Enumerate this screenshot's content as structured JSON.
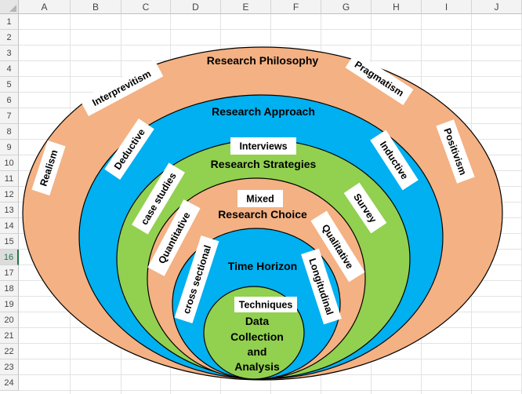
{
  "spreadsheet": {
    "columns": [
      "A",
      "B",
      "C",
      "D",
      "E",
      "F",
      "G",
      "H",
      "I",
      "J"
    ],
    "rows": [
      "1",
      "2",
      "3",
      "4",
      "5",
      "6",
      "7",
      "8",
      "9",
      "10",
      "11",
      "12",
      "13",
      "14",
      "15",
      "16",
      "17",
      "18",
      "19",
      "20",
      "21",
      "22",
      "23",
      "24"
    ],
    "active_row": "16"
  },
  "diagram": {
    "layers": [
      {
        "name": "Research Philosophy",
        "color": "#f4b183"
      },
      {
        "name": "Research Approach",
        "color": "#00b0f0"
      },
      {
        "name": "Research Strategies",
        "color": "#92d050"
      },
      {
        "name": "Research Choice",
        "color": "#f4b183"
      },
      {
        "name": "Time Horizon",
        "color": "#00b0f0"
      },
      {
        "name": "Data Collection and Analysis",
        "color": "#92d050",
        "lines": [
          "Data",
          "Collection",
          "and",
          "Analysis"
        ]
      }
    ],
    "labels": {
      "philosophy": [
        "Realism",
        "Interprevitism",
        "Pragmatism",
        "Positivism"
      ],
      "approach": [
        "Deductive",
        "Inductive"
      ],
      "strategies": [
        "Interviews",
        "case studies",
        "Survey"
      ],
      "choice": [
        "Mixed",
        "Quantitative",
        "Qualitative"
      ],
      "time_horizon": [
        "cross sectional",
        "Longitudinal"
      ],
      "techniques": [
        "Techniques"
      ]
    },
    "outline_color": "#000000",
    "label_fill": "#ffffff"
  }
}
